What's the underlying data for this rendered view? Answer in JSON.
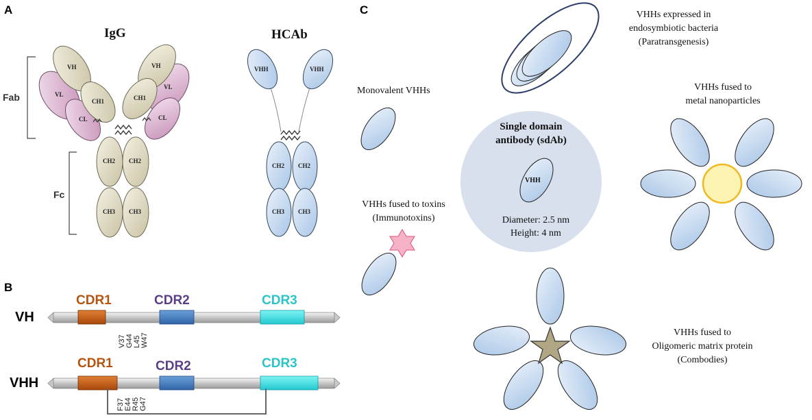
{
  "panels": {
    "a": "A",
    "b": "B",
    "c": "C"
  },
  "panel_a": {
    "igg_title": "IgG",
    "hcab_title": "HCAb",
    "fab_label": "Fab",
    "fc_label": "Fc",
    "domains": {
      "vh": "VH",
      "vl": "VL",
      "ch1": "CH1",
      "cl": "CL",
      "ch2": "CH2",
      "ch3": "CH3",
      "vhh": "VHH"
    }
  },
  "panel_b": {
    "vh_label": "VH",
    "vhh_label": "VHH",
    "cdr1": "CDR1",
    "cdr2": "CDR2",
    "cdr3": "CDR3",
    "vh_residues": [
      "V37",
      "G44",
      "L45",
      "W47"
    ],
    "vhh_residues": [
      "F37",
      "E44",
      "R45",
      "G47"
    ],
    "colors": {
      "cdr1": "#b5540f",
      "cdr2": "#5b3f86",
      "cdr3": "#2ac4c9"
    }
  },
  "panel_c": {
    "monovalent": "Monovalent VHHs",
    "endo_line1": "VHHs expressed in",
    "endo_line2": "endosymbiotic bacteria",
    "endo_line3": "(Paratransgenesis)",
    "sdab_line1": "Single domain",
    "sdab_line2": "antibody (sdAb)",
    "sdab_vhh": "VHH",
    "diameter": "Diameter: 2.5 nm",
    "height": "Height: 4 nm",
    "nano_line1": "VHHs fused to",
    "nano_line2": "metal nanoparticles",
    "toxin_line1": "VHHs fused to toxins",
    "toxin_line2": "(Immunotoxins)",
    "comb_line1": "VHHs fused to",
    "comb_line2": "Oligomeric matrix protein",
    "comb_line3": "(Combodies)"
  }
}
